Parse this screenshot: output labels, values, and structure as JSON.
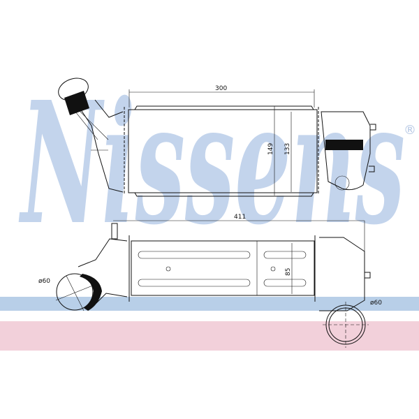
{
  "watermark": {
    "brand": "Nissens",
    "registered_mark": "®",
    "color": "#c3d4ec",
    "band_blue": "#b8cfe8",
    "band_pink": "#f2d0da"
  },
  "top_view": {
    "width_label": "300",
    "height_outer_label": "149",
    "height_core_label": "133"
  },
  "bottom_view": {
    "overall_length_label": "411",
    "core_height_label": "85",
    "inlet_diameter_label": "ø60",
    "outlet_diameter_label": "ø60"
  }
}
